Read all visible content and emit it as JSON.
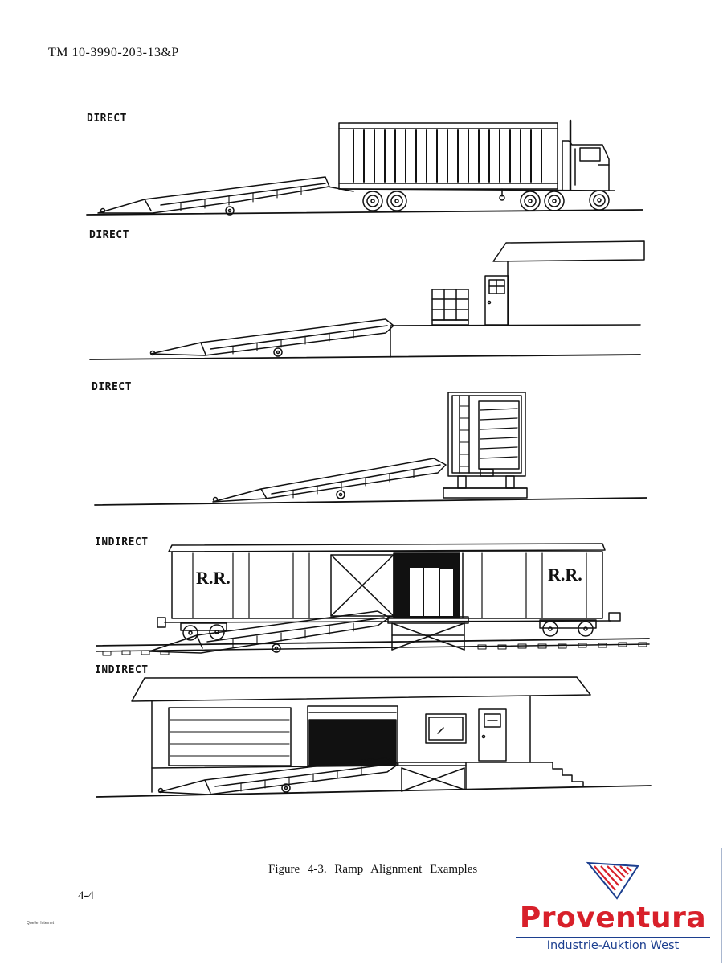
{
  "header": {
    "doc_id": "TM   10-3990-203-13&P"
  },
  "panels": [
    {
      "label": "DIRECT"
    },
    {
      "label": "DIRECT"
    },
    {
      "label": "DIRECT"
    },
    {
      "label": "INDIRECT"
    },
    {
      "label": "INDIRECT"
    }
  ],
  "boxcar_marking": "R.R.",
  "figure": {
    "caption": "Figure  4-3.  Ramp  Alignment  Examples"
  },
  "footer": {
    "page_number": "4-4",
    "source": "Quelle: Internet"
  },
  "watermark": {
    "brand": "Proventura",
    "tagline": "Industrie-Auktion West",
    "brand_color": "#d8202a",
    "tagline_color": "#1c3f8f"
  }
}
